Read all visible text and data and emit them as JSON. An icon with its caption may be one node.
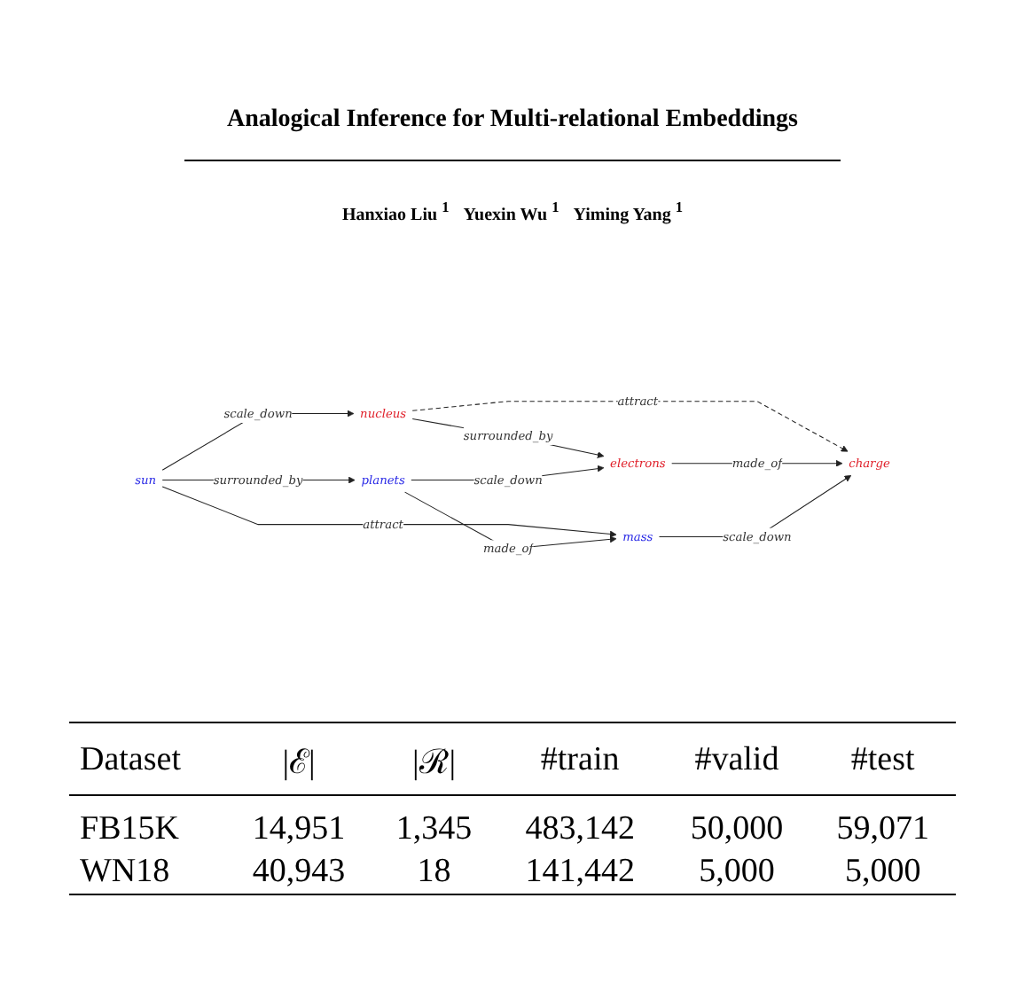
{
  "diagram": {
    "title": "Analogical Inference for Multi-relational Embeddings",
    "nodes": [
      {
        "text": [
          "sun"
        ]
      },
      {
        "text": [
          "nucleus"
        ]
      },
      {
        "text": [
          "electrons"
        ]
      },
      {
        "text": [
          "planets"
        ]
      },
      {
        "text": [
          "charge"
        ]
      },
      {
        "text": [
          "mass"
        ]
      }
    ],
    "edges": [
      {
        "from": 0,
        "to": 1,
        "arrow": "to",
        "label": "scale_down"
      },
      {
        "from": 1,
        "to": 2,
        "arrow": "to",
        "label": "surrounded_by"
      },
      {
        "from": 1,
        "to": 4,
        "arrow": "to",
        "label": "attract",
        "style": "dashed"
      },
      {
        "from": 3,
        "to": 2,
        "arrow": "to",
        "label": "scale_down"
      },
      {
        "from": 2,
        "to": 4,
        "arrow": "to",
        "label": "made_of"
      },
      {
        "from": 0,
        "to": 3,
        "arrow": "to",
        "label": "surrounded_by"
      },
      {
        "from": 0,
        "to": 5,
        "arrow": "to",
        "label": "attract"
      },
      {
        "from": 3,
        "to": 5,
        "arrow": "to",
        "label": "made_of"
      },
      {
        "from": 5,
        "to": 4,
        "arrow": "to",
        "label": "scale_down"
      }
    ],
    "labels": [
      "Hanxiao Liu $^{1}$",
      "Yuexin Wu $^{1}$",
      "Yiming Yang $^{1}$",
      "Dataset",
      "|ℰ|",
      "|ℛ|",
      "#train",
      "#valid",
      "#test",
      "FB15K",
      "14,951",
      "1,345",
      "483,142",
      "50,000",
      "59,071",
      "WN18",
      "40,943",
      "18",
      "141,442",
      "5,000",
      "5,000"
    ]
  }
}
